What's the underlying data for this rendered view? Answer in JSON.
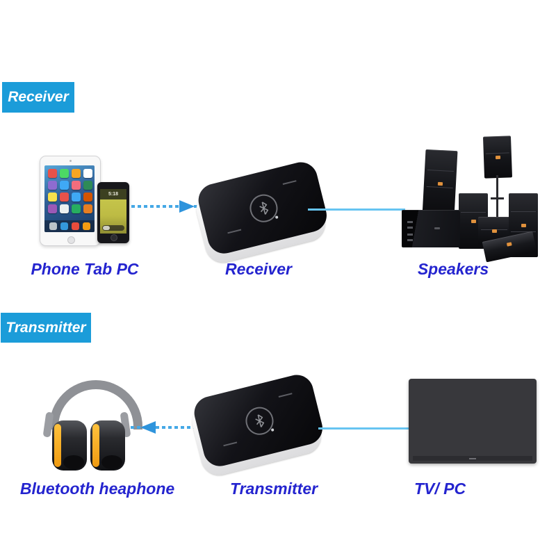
{
  "colors": {
    "band_bg": "#1b9cd9",
    "band_text": "#ffffff",
    "caption_text": "#2424cf",
    "dashed_line": "#45a8e6",
    "solid_line": "#66c4f1",
    "arrow_head": "#2f94dc",
    "device_body": "#131318",
    "device_base": "#f0f0f2",
    "speaker_body": "#141519",
    "speaker_logo": "#e0913c",
    "headphone_accent": "#ef9b12"
  },
  "sections": [
    {
      "band_label": "Receiver",
      "items": [
        {
          "label": "Phone Tab PC"
        },
        {
          "label": "Receiver"
        },
        {
          "label": "Speakers"
        }
      ]
    },
    {
      "band_label": "Transmitter",
      "items": [
        {
          "label": "Bluetooth heaphone"
        },
        {
          "label": "Transmitter"
        },
        {
          "label": "TV/ PC"
        }
      ]
    }
  ],
  "phone_screen": {
    "time": "5:18"
  },
  "ipad_icon_colors": [
    "#e8524a",
    "#4cd964",
    "#f5a623",
    "#ffffff",
    "#8e6cd0",
    "#3fa9f5",
    "#f26d7d",
    "#2e8b57",
    "#f7e14d",
    "#e8524a",
    "#3fa9f5",
    "#d35400",
    "#9b59b6",
    "#ecf0f1",
    "#27ae60",
    "#e67e22"
  ],
  "ipad_dock_colors": [
    "#bdc3c7",
    "#3498db",
    "#e74c3c",
    "#f39c12"
  ]
}
